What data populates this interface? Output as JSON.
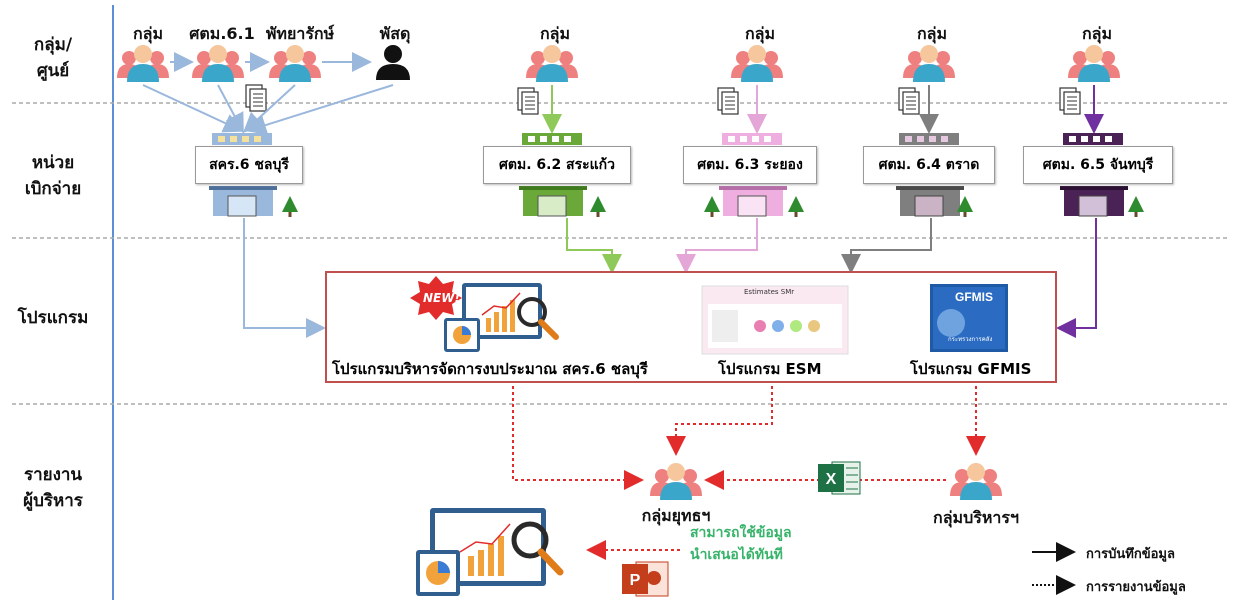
{
  "rows": {
    "group_center": [
      "กลุ่ม/",
      "ศูนย์"
    ],
    "disbursing_unit": [
      "หน่วย",
      "เบิกจ่าย"
    ],
    "program": "โปรแกรม",
    "exec_report": [
      "รายงาน",
      "ผู้บริหาร"
    ]
  },
  "top_people": {
    "p1": "กลุ่ม",
    "p2": "ศตม.6.1",
    "p3": "พัทยารักษ์",
    "p4": "พัสดุ",
    "p5": "กลุ่ม",
    "p6": "กลุ่ม",
    "p7": "กลุ่ม",
    "p8": "กลุ่ม"
  },
  "units": {
    "u1": "สคร.6 ชลบุรี",
    "u2": "ศตม. 6.2 สระแก้ว",
    "u3": "ศตม. 6.3 ระยอง",
    "u4": "ศตม. 6.4 ตราด",
    "u5": "ศตม. 6.5 จันทบุรี"
  },
  "programs": {
    "budget": "โปรแกรมบริหารจัดการงบประมาณ สคร.6 ชลบุรี",
    "esm": "โปรแกรม ESM",
    "gfmis": "โปรแกรม GFMIS",
    "new_badge": "NEW!",
    "gfmis_logo": "GFMIS",
    "gfmis_logo_sub": "กระทรวงการคลัง",
    "esm_screen_title": "Estimates SMr"
  },
  "report": {
    "strategy_group": "กลุ่มยุทธฯ",
    "admin_group": "กลุ่มบริหารฯ",
    "note_line1": "สามารถใช้ข้อมูล",
    "note_line2": "นำเสนอได้ทันที"
  },
  "legend": {
    "record": "การบันทึกข้อมูล",
    "report": "การรายงานข้อมูล"
  },
  "colors": {
    "blue": "#9ab7dc",
    "green": "#8fc95a",
    "pink": "#e3a6d6",
    "gray": "#7f7f7f",
    "purple": "#7030a0",
    "red": "#e22b2b",
    "divider": "#5b8fd6",
    "person_head": "#f6c79d",
    "person_body": "#3aa6c9",
    "person_back": "#ee8080",
    "note_green": "#37b36a"
  }
}
